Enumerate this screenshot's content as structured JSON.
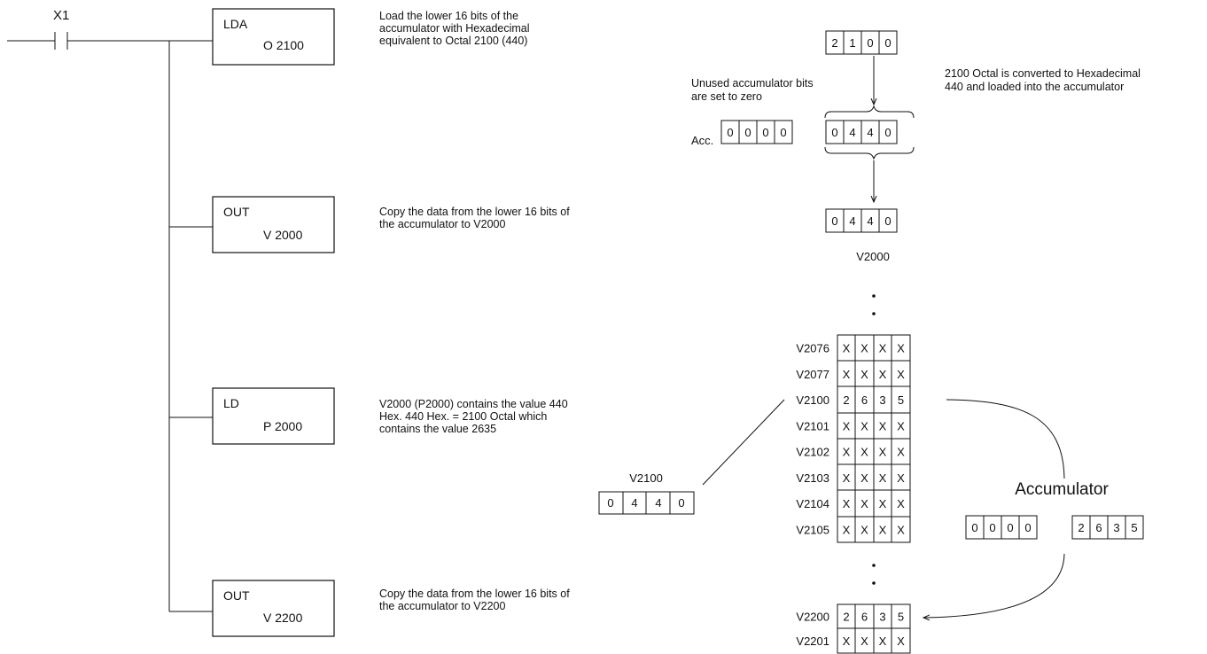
{
  "ladder": {
    "contact_label": "X1",
    "rungs": [
      {
        "opcode": "LDA",
        "operand": "O 2100",
        "description": [
          "Load the lower 16 bits of the",
          "accumulator with Hexadecimal",
          "equivalent to Octal 2100 (440)"
        ]
      },
      {
        "opcode": "OUT",
        "operand": "V 2000",
        "description": [
          "Copy the data from the lower 16 bits of",
          "the accumulator to V2000"
        ]
      },
      {
        "opcode": "LD",
        "operand": "P 2000",
        "description": [
          "V2000 (P2000) contains the value 440",
          "Hex. 440 Hex. = 2100 Octal which",
          "contains the value 2635"
        ]
      },
      {
        "opcode": "OUT",
        "operand": "V 2200",
        "description": [
          "Copy the data from the lower 16 bits of",
          "the accumulator to V2200"
        ]
      }
    ]
  },
  "step1": {
    "octal_digits": [
      "2",
      "1",
      "0",
      "0"
    ],
    "note_unused": [
      "Unused accumulator bits",
      "are set to zero"
    ],
    "note_convert": [
      "2100 Octal is converted to Hexadecimal",
      "440 and loaded into the accumulator"
    ],
    "acc_label": "Acc.",
    "acc_upper": [
      "0",
      "0",
      "0",
      "0"
    ],
    "acc_lower": [
      "0",
      "4",
      "4",
      "0"
    ],
    "v2000_digits": [
      "0",
      "4",
      "4",
      "0"
    ],
    "v2000_label": "V2000"
  },
  "memory": {
    "rows": [
      {
        "addr": "V2076",
        "digits": [
          "X",
          "X",
          "X",
          "X"
        ]
      },
      {
        "addr": "V2077",
        "digits": [
          "X",
          "X",
          "X",
          "X"
        ]
      },
      {
        "addr": "V2100",
        "digits": [
          "2",
          "6",
          "3",
          "5"
        ]
      },
      {
        "addr": "V2101",
        "digits": [
          "X",
          "X",
          "X",
          "X"
        ]
      },
      {
        "addr": "V2102",
        "digits": [
          "X",
          "X",
          "X",
          "X"
        ]
      },
      {
        "addr": "V2103",
        "digits": [
          "X",
          "X",
          "X",
          "X"
        ]
      },
      {
        "addr": "V2104",
        "digits": [
          "X",
          "X",
          "X",
          "X"
        ]
      },
      {
        "addr": "V2105",
        "digits": [
          "X",
          "X",
          "X",
          "X"
        ]
      }
    ],
    "rows_bottom": [
      {
        "addr": "V2200",
        "digits": [
          "2",
          "6",
          "3",
          "5"
        ]
      },
      {
        "addr": "V2201",
        "digits": [
          "X",
          "X",
          "X",
          "X"
        ]
      }
    ],
    "pointer_label": "V2100",
    "pointer_digits": [
      "0",
      "4",
      "4",
      "0"
    ]
  },
  "accumulator": {
    "title": "Accumulator",
    "upper": [
      "0",
      "0",
      "0",
      "0"
    ],
    "lower": [
      "2",
      "6",
      "3",
      "5"
    ]
  }
}
